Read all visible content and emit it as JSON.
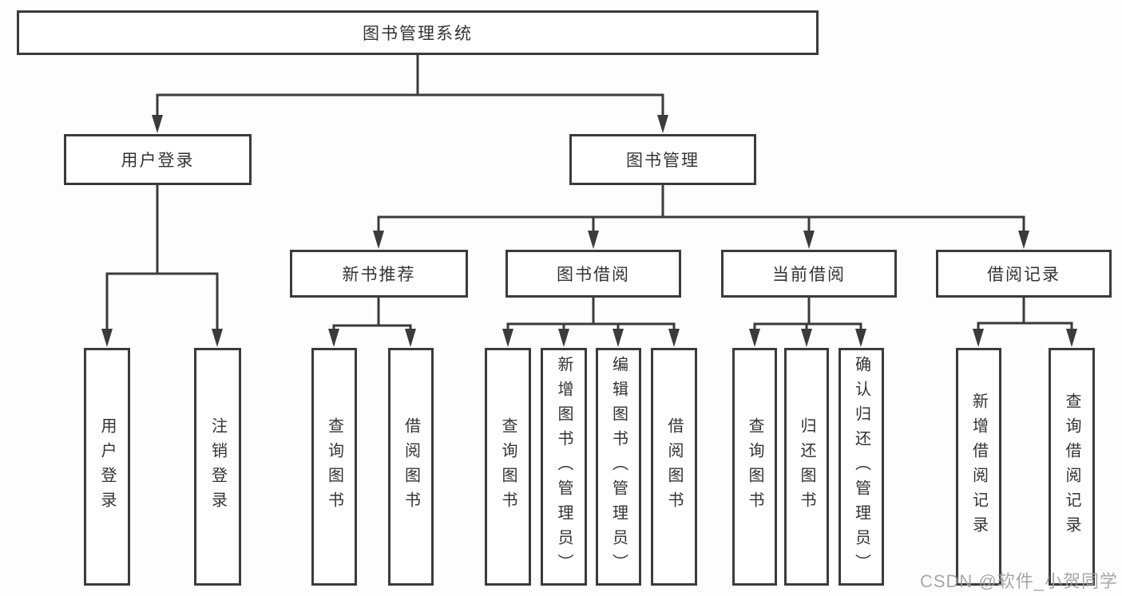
{
  "diagram": {
    "type": "hierarchy-flowchart",
    "watermark": "CSDN @软件_小贺同学",
    "colors": {
      "background": "#fdfdfd",
      "box_fill": "#ffffff",
      "box_border": "#3b3b3b",
      "line": "#3b3b3b",
      "text": "#333333",
      "watermark_text": "#9e9e9e"
    },
    "nodes": {
      "root": {
        "label": "图书管理系统"
      },
      "level2": [
        {
          "label": "用户登录",
          "parent": "图书管理系统"
        },
        {
          "label": "图书管理",
          "parent": "图书管理系统"
        }
      ],
      "level3": [
        {
          "label": "新书推荐",
          "parent": "图书管理"
        },
        {
          "label": "图书借阅",
          "parent": "图书管理"
        },
        {
          "label": "当前借阅",
          "parent": "图书管理"
        },
        {
          "label": "借阅记录",
          "parent": "图书管理"
        }
      ],
      "leaves": [
        {
          "label": "用户登录",
          "parent": "用户登录"
        },
        {
          "label": "注销登录",
          "parent": "用户登录"
        },
        {
          "label": "查询图书",
          "parent": "新书推荐"
        },
        {
          "label": "借阅图书",
          "parent": "新书推荐"
        },
        {
          "label": "查询图书",
          "parent": "图书借阅"
        },
        {
          "label": "新增图书（管理员）",
          "parent": "图书借阅"
        },
        {
          "label": "编辑图书（管理员）",
          "parent": "图书借阅"
        },
        {
          "label": "借阅图书",
          "parent": "图书借阅"
        },
        {
          "label": "查询图书",
          "parent": "当前借阅"
        },
        {
          "label": "归还图书",
          "parent": "当前借阅"
        },
        {
          "label": "确认归还（管理员）",
          "parent": "当前借阅"
        },
        {
          "label": "新增借阅记录",
          "parent": "借阅记录"
        },
        {
          "label": "查询借阅记录",
          "parent": "借阅记录"
        }
      ]
    }
  }
}
